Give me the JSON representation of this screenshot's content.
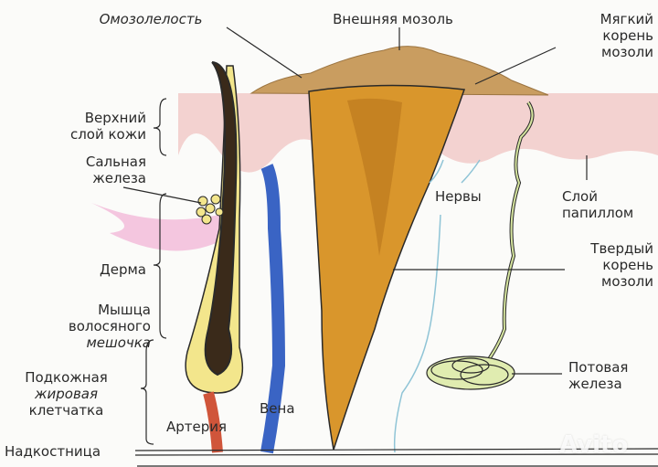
{
  "labels": {
    "callosity": "Омозолелость",
    "outer_callus": "Внешняя мозоль",
    "soft_root": [
      "Мягкий",
      "корень",
      "мозоли"
    ],
    "upper_skin": [
      "Верхний",
      "слой кожи"
    ],
    "sebaceous": [
      "Сальная",
      "железа"
    ],
    "nerves": "Нервы",
    "papilla_layer": [
      "Слой",
      "папиллом"
    ],
    "dermis": "Дерма",
    "hard_root": [
      "Твердый",
      "корень",
      "мозоли"
    ],
    "hair_muscle": [
      "Мышца",
      "волосяного",
      "мешочка"
    ],
    "subcutaneous": [
      "Подкожная",
      "жировая",
      "клетчатка"
    ],
    "sweat_gland": [
      "Потовая",
      "железа"
    ],
    "vein": "Вена",
    "artery": "Артерия",
    "periosteum": "Надкостница"
  },
  "watermark": "Avito",
  "colors": {
    "skin": "#f2cfcf",
    "callus": "#c89a52",
    "root": "#d9952a",
    "hair": "#f3e58a",
    "vein": "#3a64c4",
    "artery": "#d0553a",
    "nerve": "#8fc4d6",
    "gland": "#d7e6a0"
  }
}
